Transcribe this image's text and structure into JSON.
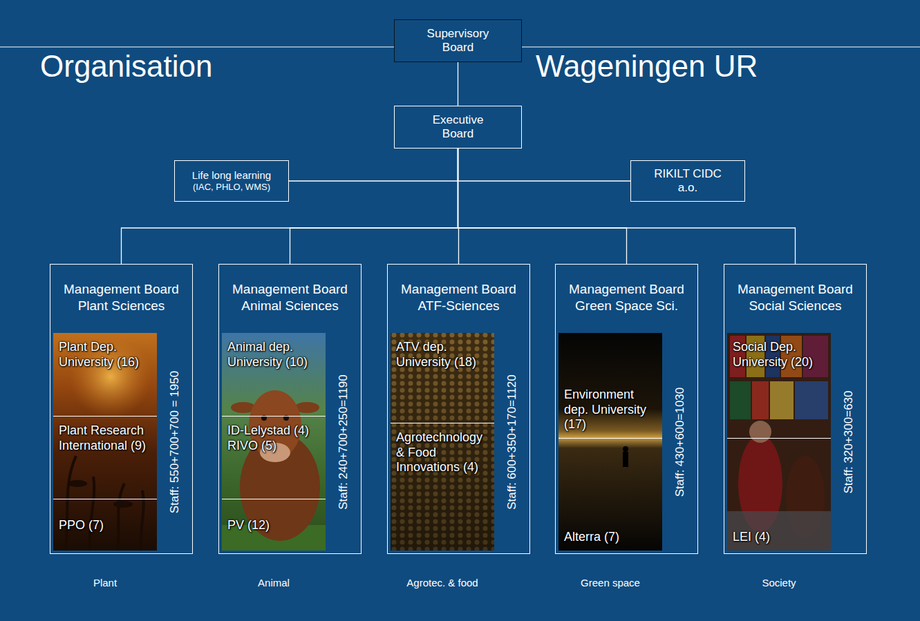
{
  "diagram": {
    "title": "Organisation",
    "nodes": [
      {
        "text": [
          "Supervisory Board"
        ]
      },
      {
        "text": [
          "Executive Board"
        ]
      },
      {
        "text": [
          "Life long learning",
          "(IAC, PHLO, WMS)"
        ]
      },
      {
        "text": [
          "RIKILT CIDC a.o."
        ]
      },
      {
        "text": [
          "Management Board Plant Sciences",
          "Staff: 550+700+700 = 1950"
        ]
      },
      {
        "text": [
          "Plant Dep. University (16)"
        ],
        "in": 4
      },
      {
        "text": [
          "Plant Research International (9)"
        ],
        "in": 4
      },
      {
        "text": [
          "PPO (7)"
        ],
        "in": 4
      },
      {
        "text": [
          "Management Board Animal Sciences",
          "Staff: 240+700+250=1190"
        ]
      },
      {
        "text": [
          "Animal dep. University (10)"
        ],
        "in": 8
      },
      {
        "text": [
          "ID-Lelystad (4)",
          "RIVO (5)"
        ],
        "in": 8
      },
      {
        "text": [
          "PV (12)"
        ],
        "in": 8
      },
      {
        "text": [
          "Management Board ATF-Sciences",
          "Staff: 600+350+170=1120"
        ]
      },
      {
        "text": [
          "ATV dep. University (18)"
        ],
        "in": 12
      },
      {
        "text": [
          "Agrotechnology & Food Innovations (4)"
        ],
        "in": 12
      },
      {
        "text": [
          "Management Board Green Space Sci.",
          "Staff: 430+600=1030"
        ]
      },
      {
        "text": [
          "Environment dep. University (17)"
        ],
        "in": 15
      },
      {
        "text": [
          "Alterra (7)"
        ],
        "in": 15
      },
      {
        "text": [
          "Management Board Social Sciences",
          "Staff: 320+300=630"
        ]
      },
      {
        "text": [
          "Social Dep. University (20)"
        ],
        "in": 18
      },
      {
        "text": [
          "LEI (4)"
        ],
        "in": 18
      }
    ],
    "edges": [
      {
        "from": 0,
        "to": 1,
        "arrow": "none"
      },
      {
        "from": 1,
        "to": 2,
        "arrow": "none"
      },
      {
        "from": 1,
        "to": 3,
        "arrow": "none"
      },
      {
        "from": 1,
        "to": 4,
        "arrow": "none"
      },
      {
        "from": 1,
        "to": 8,
        "arrow": "none"
      },
      {
        "from": 1,
        "to": 12,
        "arrow": "none"
      },
      {
        "from": 1,
        "to": 15,
        "arrow": "none"
      },
      {
        "from": 1,
        "to": 18,
        "arrow": "none"
      }
    ],
    "labels": [
      "Wageningen UR",
      "Plant",
      "Animal",
      "Agrotec. & food",
      "Green space",
      "Society"
    ]
  }
}
